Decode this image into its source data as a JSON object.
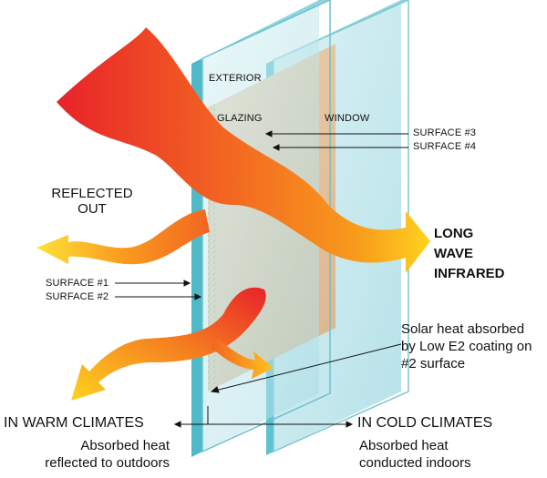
{
  "labels": {
    "exterior": "EXTERIOR",
    "glazing": "GLAZING",
    "window": "WINDOW",
    "surface3": "SURFACE #3",
    "surface4": "SURFACE #4",
    "reflected_line1": "REFLECTED",
    "reflected_line2": "OUT",
    "long_line1": "LONG",
    "long_line2": "WAVE",
    "long_line3": "INFRARED",
    "surface1": "SURFACE #1",
    "surface2": "SURFACE #2",
    "solar_line1": "Solar heat absorbed",
    "solar_line2": "by Low E2 coating on",
    "solar_line3": "#2 surface",
    "warm_title": "IN WARM CLIMATES",
    "warm_line1": "Absorbed heat",
    "warm_line2": "reflected to outdoors",
    "cold_title": "IN COLD CLIMATES",
    "cold_line1": "Absorbed heat",
    "cold_line2": "conducted indoors"
  },
  "colors": {
    "glass_front": "#bfe6ec",
    "glass_edge": "#4fb9c8",
    "glazing_fill": "#e9c9a6",
    "arrow_red": "#e8222a",
    "arrow_orange": "#f47a20",
    "arrow_yellow": "#ffd21f"
  }
}
